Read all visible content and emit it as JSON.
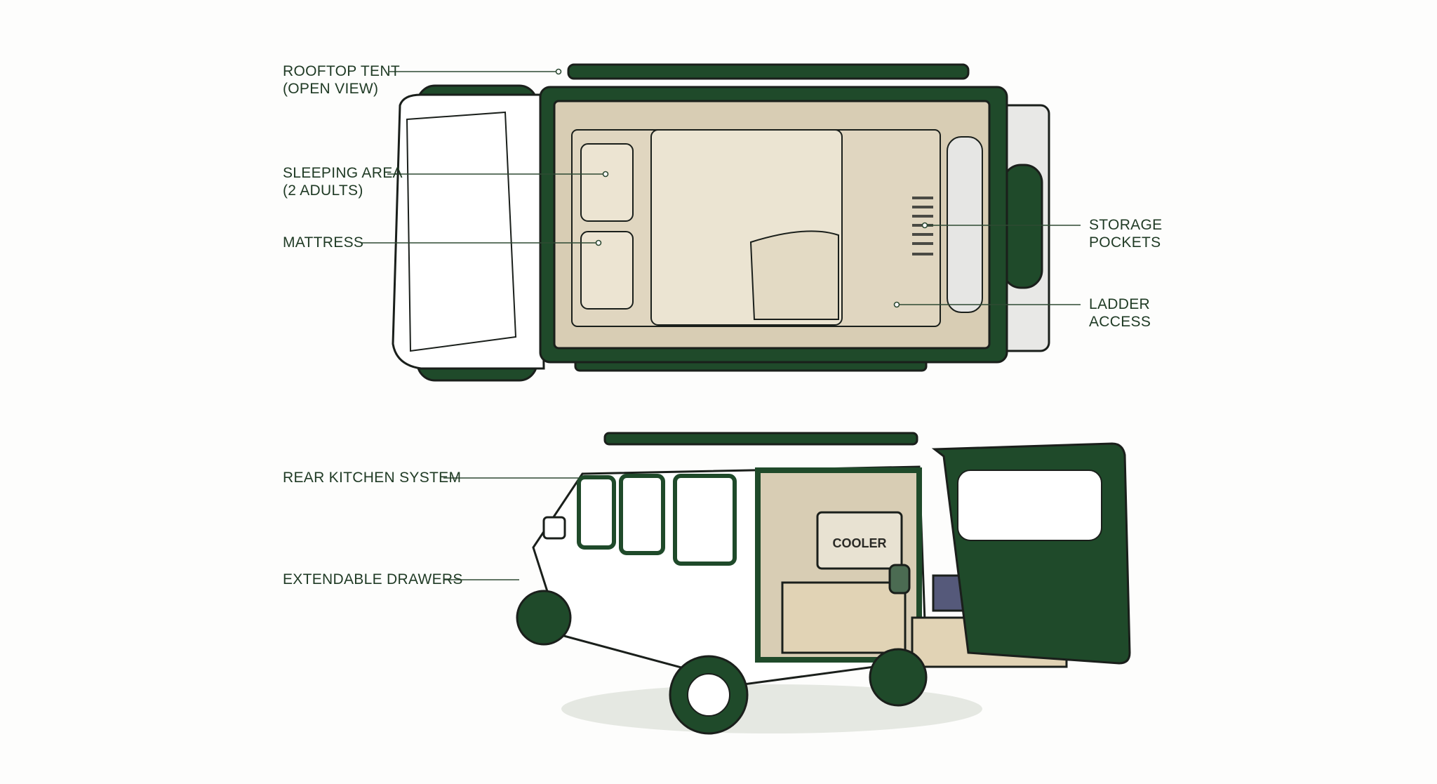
{
  "colors": {
    "green": "#1f4a2a",
    "beige": "#d8cdb4",
    "mattress": "#ebe4d2",
    "line": "#2e4a33"
  },
  "callouts": {
    "rooftop_tent": "ROOFTOP TENT\n(OPEN VIEW)",
    "sleeping_area": "SLEEPING AREA\n(2 ADULTS)",
    "mattress": "MATTRESS",
    "storage_pockets": "STORAGE\nPOCKETS",
    "ladder_access": "LADDER\nACCESS",
    "rear_kitchen": "REAR KITCHEN SYSTEM",
    "drawers": "EXTENDABLE DRAWERS"
  },
  "cooler_label": "COOLER"
}
